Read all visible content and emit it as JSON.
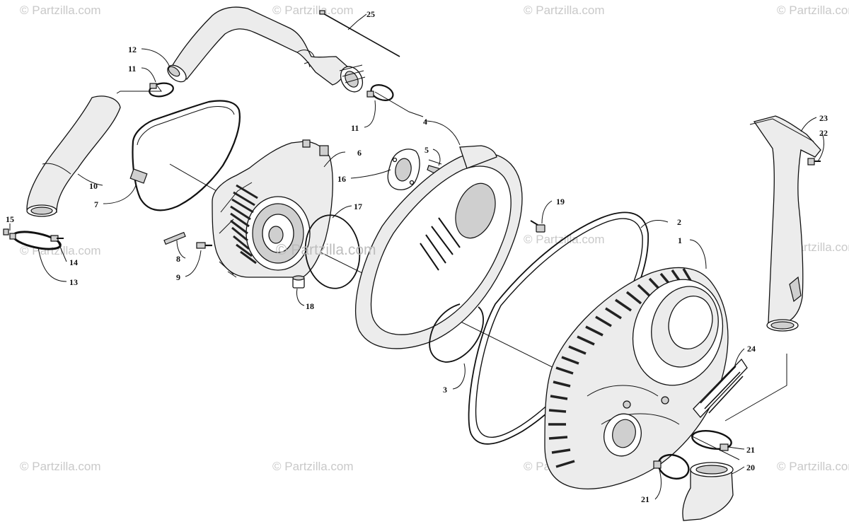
{
  "watermark": {
    "text": "© Partzilla.com",
    "center_text": "© Partzilla.com"
  },
  "callouts": {
    "c1": "1",
    "c2": "2",
    "c3": "3",
    "c4": "4",
    "c5": "5",
    "c6": "6",
    "c7": "7",
    "c8": "8",
    "c9": "9",
    "c10": "10",
    "c11a": "11",
    "c11b": "11",
    "c12": "12",
    "c13": "13",
    "c14": "14",
    "c15": "15",
    "c16": "16",
    "c17": "17",
    "c18": "18",
    "c19": "19",
    "c20": "20",
    "c21a": "21",
    "c21b": "21",
    "c22": "22",
    "c23": "23",
    "c24": "24",
    "c25": "25"
  }
}
